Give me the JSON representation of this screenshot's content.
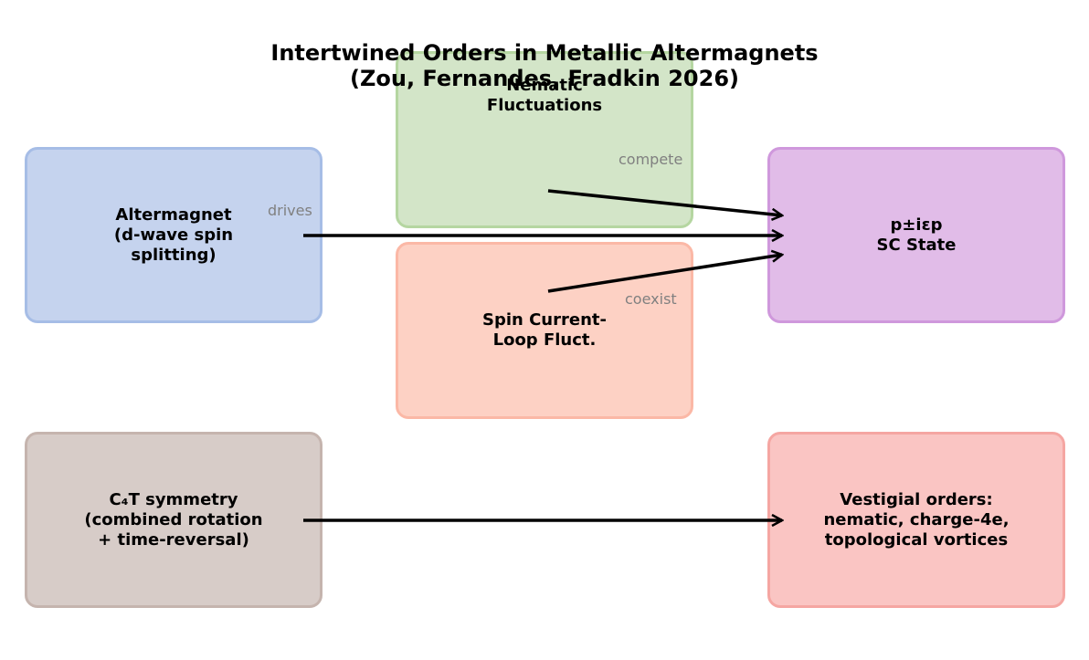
{
  "diagram": {
    "title_line1": "Intertwined Orders in Metallic Altermagnets",
    "title_line2": "(Zou, Fernandes, Fradkin 2026)",
    "nodes": {
      "altermagnet": {
        "label": "Altermagnet\n(d-wave spin\nsplitting)",
        "fill": "#c5d3ee",
        "border": "#a6bde6"
      },
      "nematic": {
        "label": "Nematic\nFluctuations",
        "fill": "#d3e5c8",
        "border": "#b5d6a1"
      },
      "spin_current": {
        "label": "Spin Current-\nLoop Fluct.",
        "fill": "#fdd1c4",
        "border": "#fbb8a6"
      },
      "sc_state": {
        "label": "p±iεp\nSC State",
        "fill": "#e1bce8",
        "border": "#cf98dc"
      },
      "c4t": {
        "label": "C₄T symmetry\n(combined rotation\n+ time-reversal)",
        "fill": "#d7ccc8",
        "border": "#c5b4ae"
      },
      "vestigial": {
        "label": "Vestigial orders:\nnematic, charge-4e,\ntopological vortices",
        "fill": "#fac5c3",
        "border": "#f5a6a2"
      }
    },
    "edges": {
      "drives": "drives",
      "compete": "compete",
      "coexist": "coexist"
    },
    "arrow_color": "#000000",
    "edge_label_color": "#808080"
  }
}
